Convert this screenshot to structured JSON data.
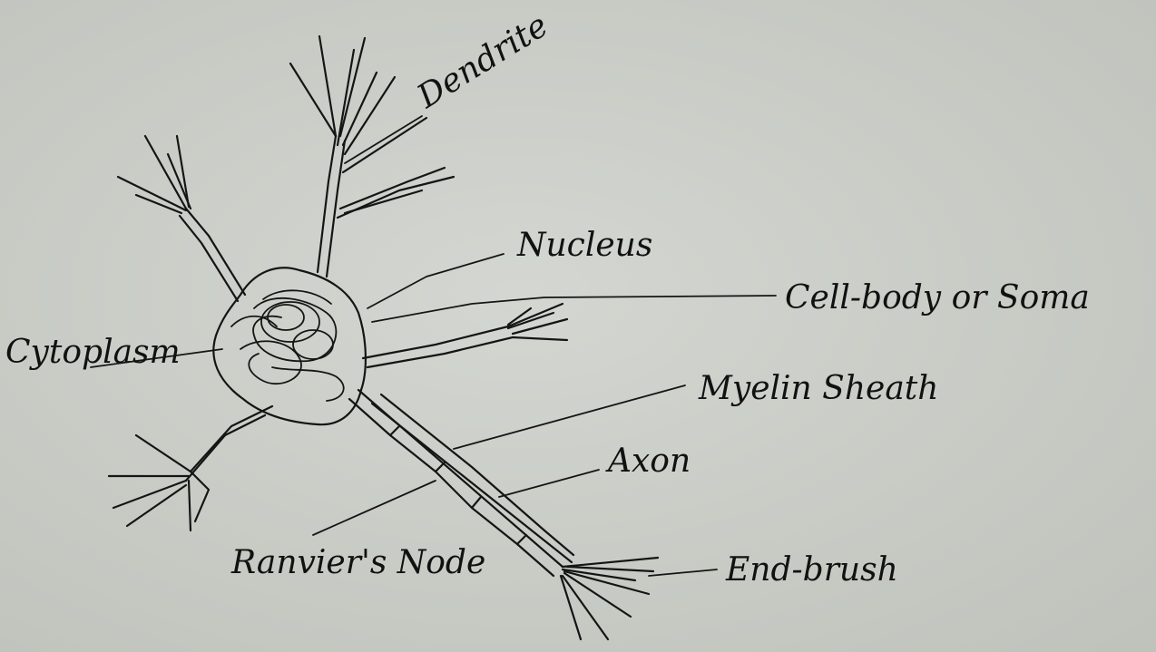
{
  "colors": {
    "paper": "#c8cbc5",
    "ink": "#111111"
  },
  "labels": {
    "dendrite": "Dendrite",
    "nucleus": "Nucleus",
    "cell_body": "Cell-body or Soma",
    "cytoplasm": "Cytoplasm",
    "myelin_sheath": "Myelin Sheath",
    "axon": "Axon",
    "ranviers_node": "Ranvier's Node",
    "end_brush": "End-brush"
  }
}
